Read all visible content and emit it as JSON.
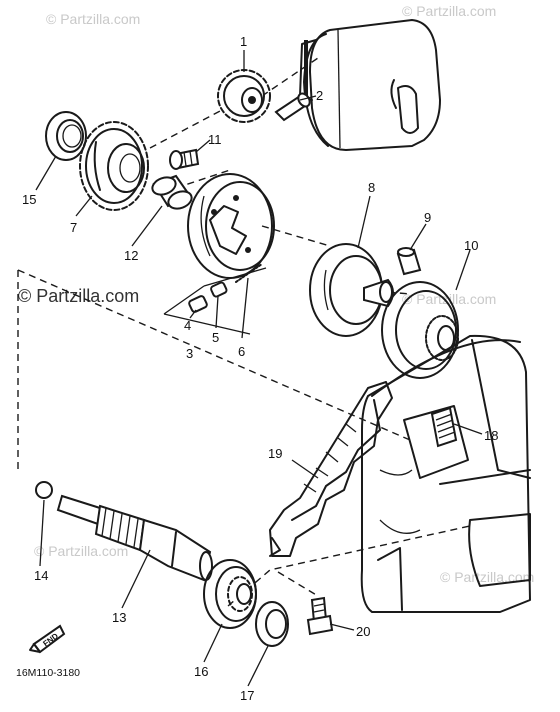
{
  "watermark": "© Partzilla.com",
  "drawing_code": "16M110-3180",
  "front_marker": "FND",
  "callouts": {
    "c1": "1",
    "c2": "2",
    "c3": "3",
    "c4": "4",
    "c5": "5",
    "c6": "6",
    "c7": "7",
    "c8": "8",
    "c9": "9",
    "c10": "10",
    "c11": "11",
    "c12": "12",
    "c13": "13",
    "c14": "14",
    "c15": "15",
    "c16": "16",
    "c17": "17",
    "c18": "18",
    "c19": "19",
    "c20": "20"
  }
}
